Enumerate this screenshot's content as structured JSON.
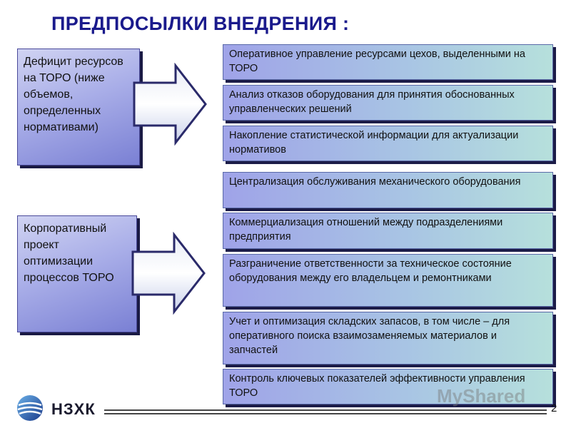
{
  "title": "ПРЕДПОСЫЛКИ ВНЕДРЕНИЯ :",
  "left_boxes": [
    "Дефицит ресурсов на ТОРО (ниже объемов, определенных нормативами)",
    "Корпоративный проект оптимизации процессов ТОРО"
  ],
  "group1_items": [
    "Оперативное управление ресурсами цехов, выделенными на ТОРО",
    "Анализ отказов оборудования для принятия обоснованных управленческих решений",
    "Накопление статистической информации для актуализации нормативов"
  ],
  "group2_items": [
    "Централизация обслуживания механического оборудования",
    "Коммерциализация отношений между подразделениями предприятия",
    "Разграничение ответственности за техническое состояние оборудования между его владельцем и ремонтниками",
    "Учет и оптимизация складских запасов, в том числе – для оперативного поиска взаимозаменяемых материалов и запчастей",
    "Контроль ключевых показателей эффективности управления ТОРО"
  ],
  "footer": {
    "logo_text": "НЗХК",
    "page_number": "2",
    "watermark": "MyShared"
  },
  "colors": {
    "title": "#1a1a8c",
    "box_gradient_start": "#9fa3e8",
    "box_gradient_end": "#b6e0dc"
  }
}
